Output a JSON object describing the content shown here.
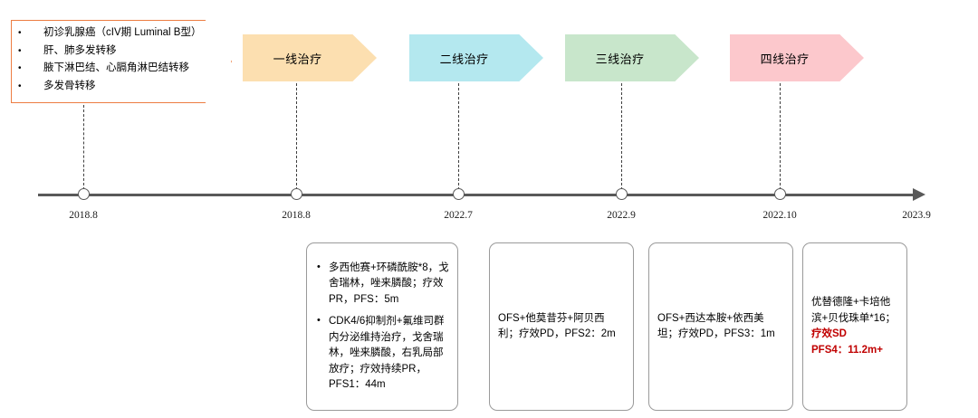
{
  "diagnosis": {
    "bullets": [
      "初诊乳腺癌（cIV期 Luminal B型）",
      "肝、肺多发转移",
      "腋下淋巴结、心膈角淋巴结转移",
      "多发骨转移"
    ]
  },
  "treatment_lines": [
    {
      "label": "一线治疗",
      "color": "#FCDFB0"
    },
    {
      "label": "二线治疗",
      "color": "#B4E8EF"
    },
    {
      "label": "三线治疗",
      "color": "#C8E6CB"
    },
    {
      "label": "四线治疗",
      "color": "#FCC8CC"
    }
  ],
  "timeline": {
    "node_labels": [
      "2018.8",
      "2018.8",
      "2022.7",
      "2022.9",
      "2022.10"
    ],
    "end_label": "2023.9"
  },
  "cards": [
    {
      "bullets": [
        "多西他赛+环磷酰胺*8，戈舍瑞林，唑来膦酸；疗效PR，PFS：5m",
        "CDK4/6抑制剂+氟维司群内分泌维持治疗，戈舍瑞林，唑来膦酸，右乳局部放疗；疗效持续PR，PFS1：44m"
      ]
    },
    {
      "text": "OFS+他莫昔芬+阿贝西利；疗效PD，PFS2：2m"
    },
    {
      "text": "OFS+西达本胺+依西美坦；疗效PD，PFS3：1m"
    },
    {
      "text": "优替德隆+卡培他滨+贝伐珠单*16；",
      "highlight_line1": "疗效SD",
      "highlight_line2": "PFS4：11.2m+"
    }
  ]
}
